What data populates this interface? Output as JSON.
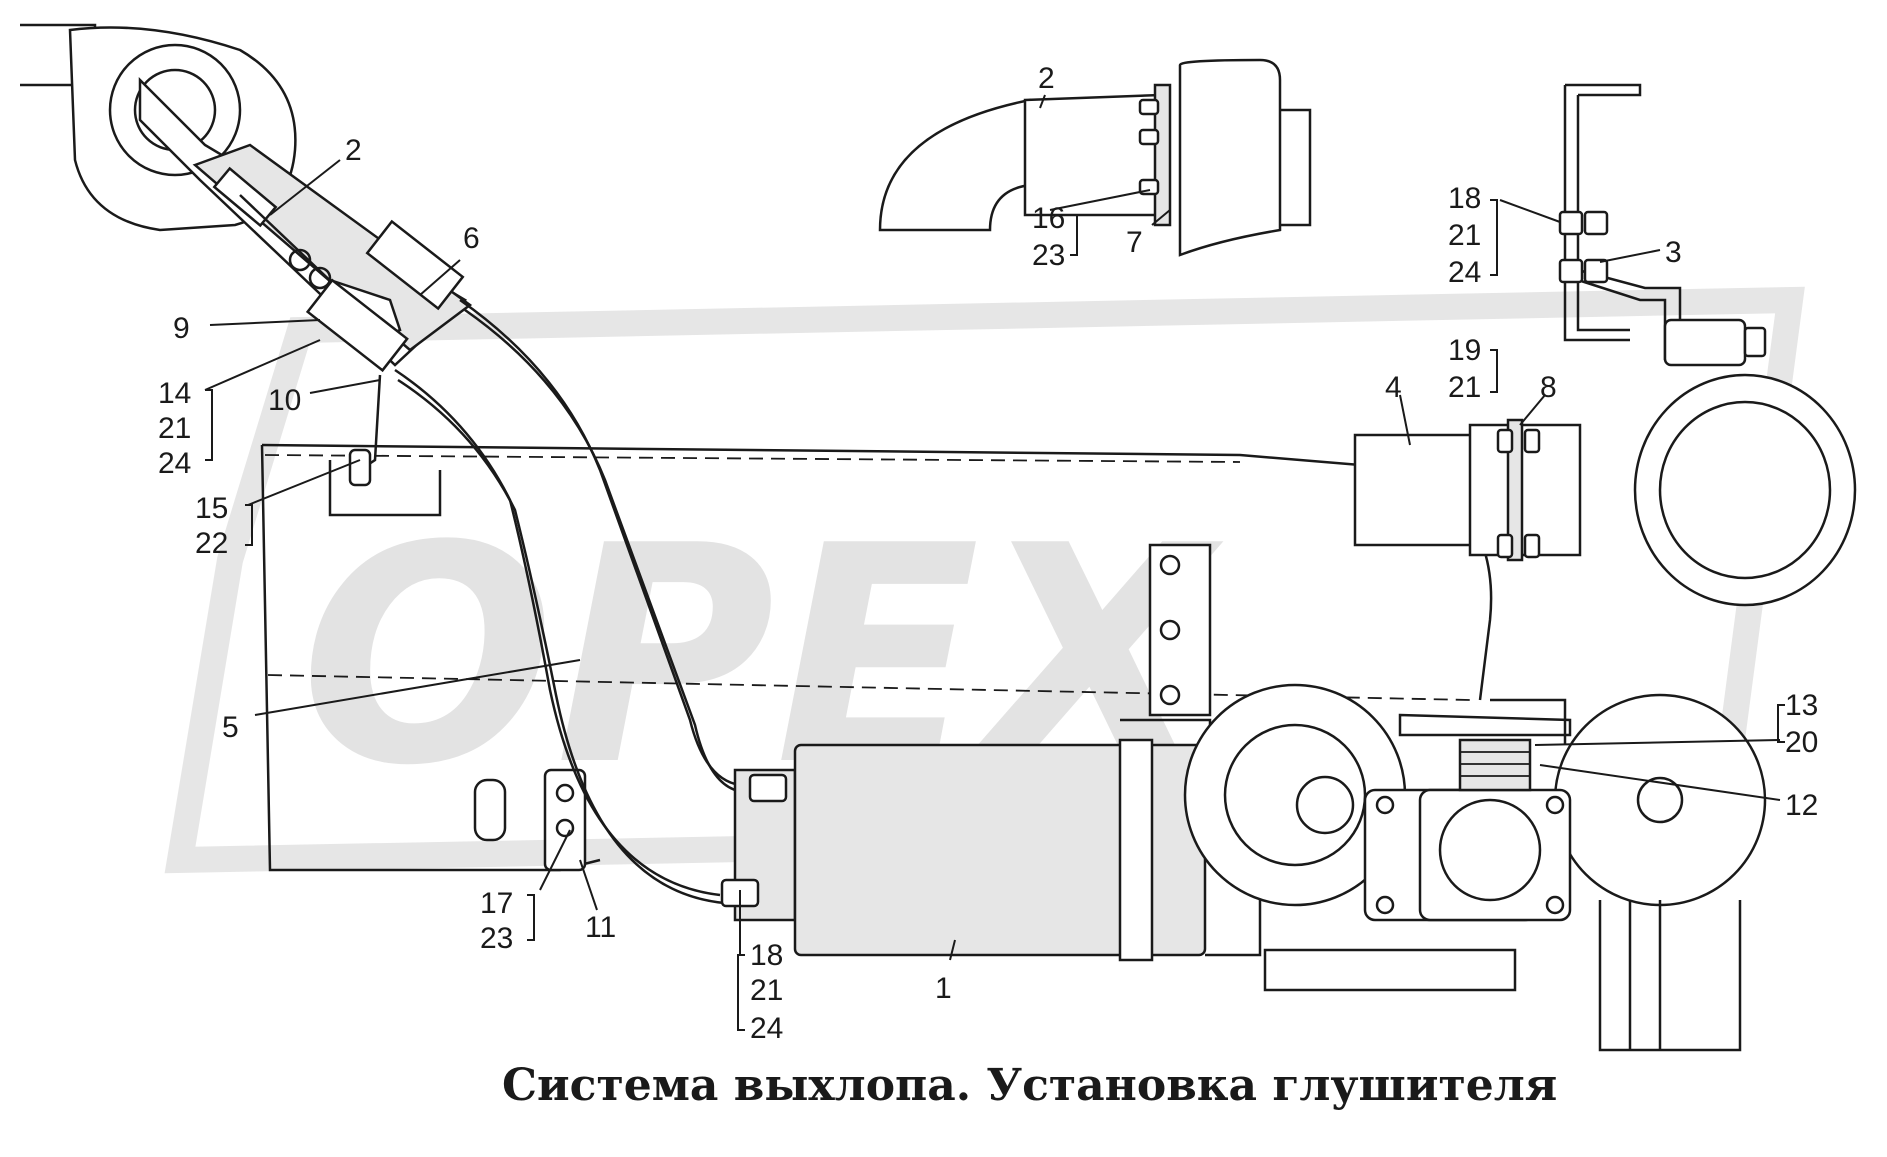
{
  "title": "Система выхлопа. Установка глушителя",
  "watermark": "OPEX",
  "colors": {
    "ink": "#1a1a1a",
    "watermark": "#e3e3e3",
    "background": "#ffffff"
  },
  "callouts": {
    "c1": "1",
    "c2a": "2",
    "c2b": "2",
    "c3": "3",
    "c4": "4",
    "c5": "5",
    "c6": "6",
    "c7": "7",
    "c8": "8",
    "c9": "9",
    "c10": "10",
    "c11": "11",
    "c12": "12",
    "g1": [
      "14",
      "21",
      "24"
    ],
    "g2": [
      "15",
      "22"
    ],
    "g3": [
      "16",
      "23"
    ],
    "g4": [
      "18",
      "21",
      "24"
    ],
    "g5": [
      "19",
      "21"
    ],
    "g6": [
      "13",
      "20"
    ],
    "g7": [
      "17",
      "23"
    ],
    "g8": [
      "18",
      "21",
      "24"
    ]
  }
}
